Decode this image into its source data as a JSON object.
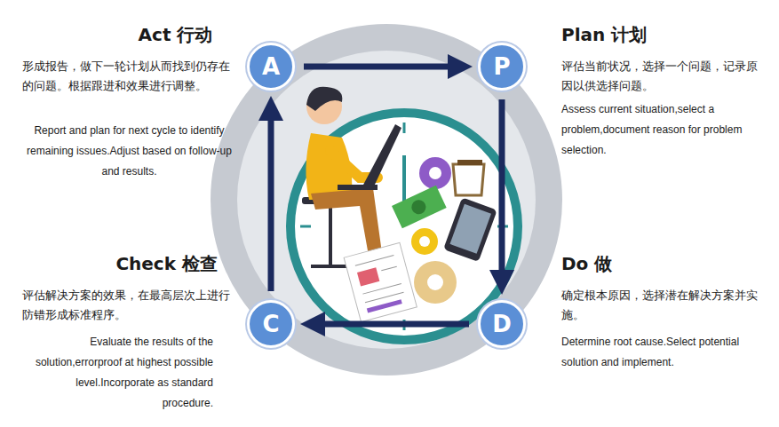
{
  "diagram": {
    "nodes": [
      {
        "text": [
          "A"
        ]
      },
      {
        "text": [
          "P"
        ]
      },
      {
        "text": [
          "D"
        ]
      },
      {
        "text": [
          "C"
        ]
      }
    ],
    "edges": [
      {
        "from": 0,
        "to": 1,
        "arrow": "to"
      },
      {
        "from": 1,
        "to": 2,
        "arrow": "to"
      },
      {
        "from": 2,
        "to": 3,
        "arrow": "to"
      },
      {
        "from": 3,
        "to": 0,
        "arrow": "to"
      }
    ],
    "labels": [
      "Act 行动",
      "形成报告，做下一轮计划从而找到仍存在的问题。根据跟进和效果进行调整。",
      "Report and plan for next cycle to identify remaining issues.Adjust based on follow-up and results.",
      "Plan 计划",
      "评估当前状况，选择一个问题，记录原因以供选择问题。",
      "Assess current situation,select a problem,document reason for problem selection.",
      "Check 检查",
      "评估解决方案的效果，在最高层次上进行防错形成标准程序。",
      "Evaluate the results of the solution,errorproof at highest possible level.Incorporate as standard procedure.",
      "Do 做",
      "确定根本原因，选择潜在解决方案并实施。",
      "Determine root cause.Select potential solution and implement."
    ]
  }
}
